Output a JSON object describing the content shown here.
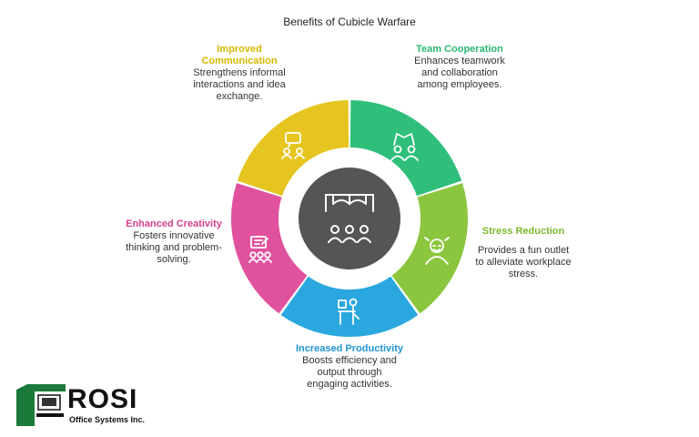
{
  "title": "Benefits of Cubicle Warfare",
  "center_icon": "meeting-room-icon",
  "segments": [
    {
      "key": "comm",
      "heading": "Improved Communication",
      "text": "Strengthens informal interactions and idea exchange.",
      "color": "#E6C520",
      "icon": "chat-people-icon"
    },
    {
      "key": "team",
      "heading": "Team Cooperation",
      "text": "Enhances teamwork and collaboration among employees.",
      "color": "#2FBF7A",
      "icon": "high-five-icon"
    },
    {
      "key": "stress",
      "heading": "Stress Reduction",
      "text": "Provides a fun outlet to alleviate workplace stress.",
      "color": "#8CC63F",
      "icon": "relaxed-person-icon"
    },
    {
      "key": "prod",
      "heading": "Increased Productivity",
      "text": "Boosts efficiency and output through engaging activities.",
      "color": "#2AA7DF",
      "icon": "desk-worker-icon"
    },
    {
      "key": "creat",
      "heading": "Enhanced Creativity",
      "text": "Fosters innovative thinking and problem-solving.",
      "color": "#E0529E",
      "icon": "brainstorm-icon"
    }
  ],
  "label_colors": {
    "comm": "#D4B800",
    "team": "#2BB673",
    "stress": "#7DB82F",
    "prod": "#1E96D2",
    "creat": "#D9418F"
  },
  "logo": {
    "brand": "ROSI",
    "sub": "Office Systems Inc.",
    "color": "#1B7A3A"
  }
}
